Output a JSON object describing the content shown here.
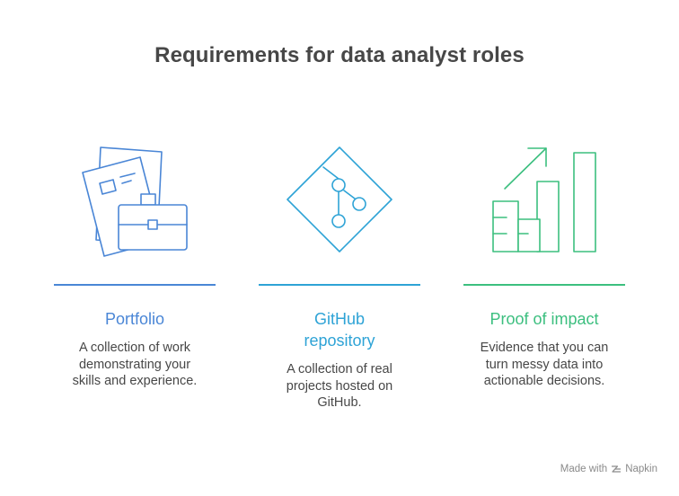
{
  "title": "Requirements for data analyst roles",
  "items": [
    {
      "heading": "Portfolio",
      "description_lines": [
        "A collection of work",
        "demonstrating your",
        "skills and experience."
      ],
      "color": "#4a86d6",
      "icon": "portfolio-briefcase-icon"
    },
    {
      "heading_lines": [
        "GitHub",
        "repository"
      ],
      "description_lines": [
        "A collection of real",
        "projects hosted on",
        "GitHub."
      ],
      "color": "#2ea3d6",
      "icon": "git-branch-icon"
    },
    {
      "heading": "Proof of impact",
      "description_lines": [
        "Evidence that you can",
        "turn messy data into",
        "actionable decisions."
      ],
      "color": "#3cbf7f",
      "icon": "growth-chart-icon"
    }
  ],
  "footer": {
    "made_with": "Made with",
    "brand": "Napkin"
  }
}
